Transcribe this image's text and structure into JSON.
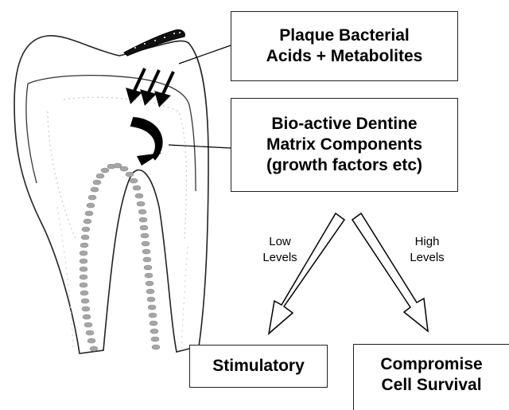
{
  "boxes": {
    "plaque": {
      "line1": "Plaque Bacterial",
      "line2": "Acids + Metabolites"
    },
    "matrix": {
      "line1": "Bio-active Dentine",
      "line2": "Matrix Components",
      "line3": "(growth factors etc)"
    },
    "stimulatory": {
      "label": "Stimulatory"
    },
    "compromise": {
      "line1": "Compromise",
      "line2": "Cell Survival"
    }
  },
  "branches": {
    "low": {
      "line1": "Low",
      "line2": "Levels"
    },
    "high": {
      "line1": "High",
      "line2": "Levels"
    }
  }
}
